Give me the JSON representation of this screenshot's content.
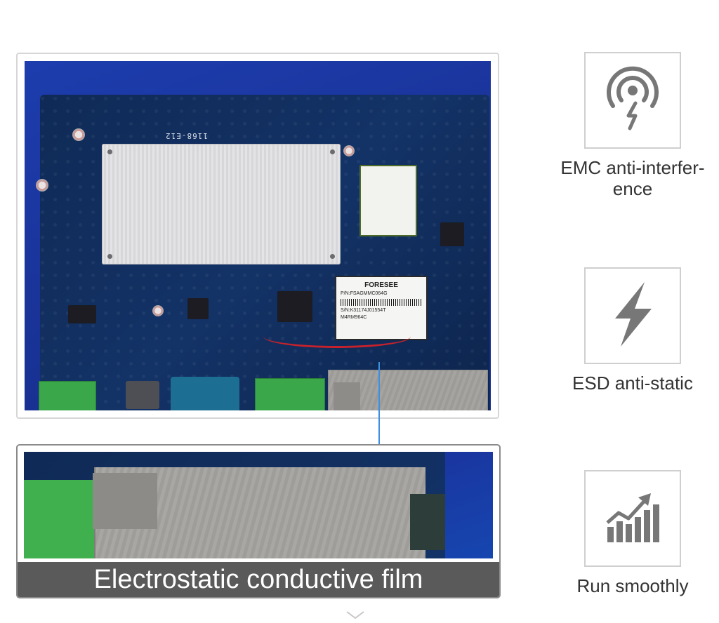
{
  "board": {
    "silkscreen_text": "1168-E12",
    "ssd_label": {
      "brand": "FORESEE",
      "pn": "P/N:FSAGMMC064G",
      "sn": "S/N:K31174J01554T",
      "code": "M4RM964C"
    }
  },
  "zoom": {
    "caption": "Electrostatic conductive film"
  },
  "features": [
    {
      "icon": "emc-wireless-icon",
      "label": "EMC anti-interfer-\nence"
    },
    {
      "icon": "lightning-bolt-icon",
      "label": "ESD anti-static"
    },
    {
      "icon": "rising-chart-icon",
      "label": "Run smoothly"
    }
  ],
  "colors": {
    "icon_gray": "#777777",
    "caption_bar": "#5a5a5a",
    "pointer_line": "#3d8fe0",
    "frame_border": "#d6d6d6"
  }
}
